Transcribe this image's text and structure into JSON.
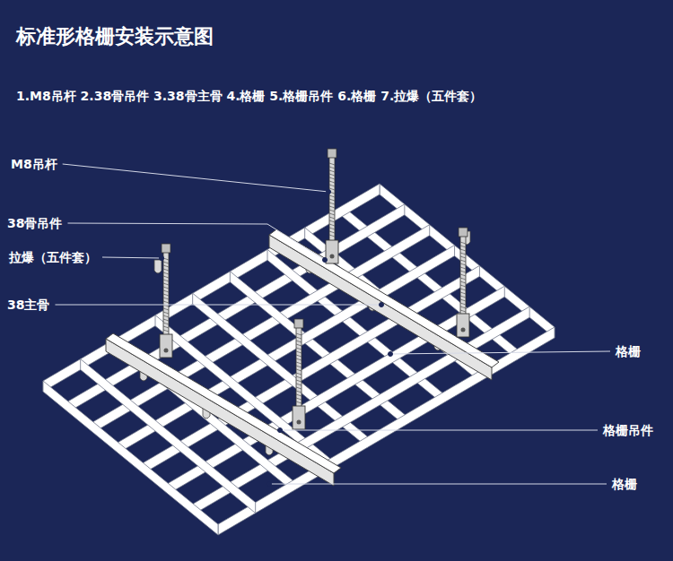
{
  "diagram": {
    "title": "标准形格栅安装示意图",
    "labels": [
      "1.M8吊杆 2.38骨吊件 3.38骨主骨 4.格栅 5.格栅吊件 6.格栅 7.拉爆（五件套）",
      "M8吊杆",
      "38骨吊件",
      "拉爆（五件套）",
      "38主骨",
      "格栅",
      "格栅吊件",
      "格栅"
    ]
  }
}
